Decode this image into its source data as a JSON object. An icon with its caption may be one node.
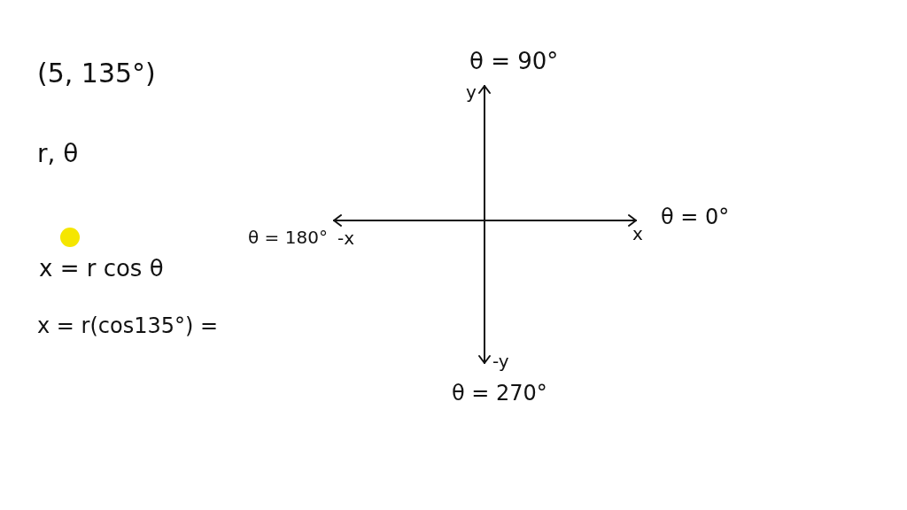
{
  "diagram": {
    "labels": [
      "(5, 135°)",
      "θ = 90°",
      "y",
      "r, θ",
      "θ = 180°",
      "-x",
      "x",
      "θ = 0°",
      "x = r cos θ",
      "x = r(cos135°) =",
      "-y",
      "θ = 270°"
    ]
  }
}
